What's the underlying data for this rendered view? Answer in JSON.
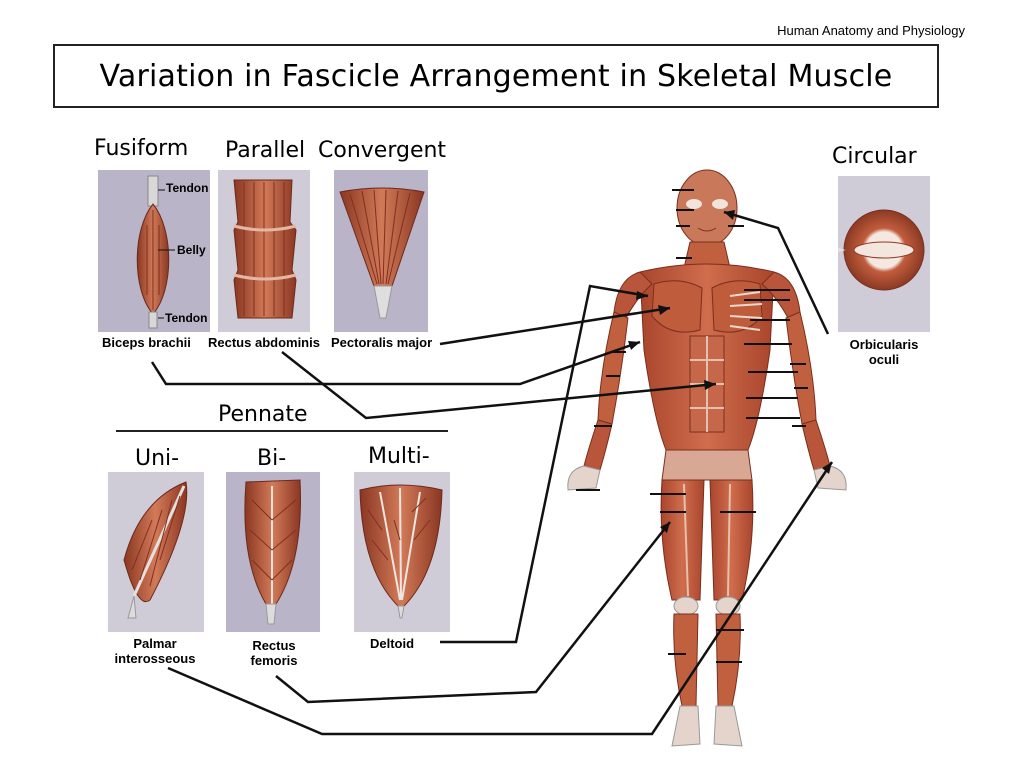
{
  "header": {
    "note": "Human Anatomy and Physiology"
  },
  "title": "Variation in Fascicle Arrangement in Skeletal Muscle",
  "categories": {
    "fusiform": "Fusiform",
    "parallel": "Parallel",
    "convergent": "Convergent",
    "circular": "Circular",
    "pennate": "Pennate",
    "uni": "Uni-",
    "bi": "Bi-",
    "multi": "Multi-"
  },
  "muscles": {
    "biceps": "Biceps brachii",
    "rectus_abdominis": "Rectus abdominis",
    "pectoralis": "Pectoralis major",
    "orbicularis_line1": "Orbicularis",
    "orbicularis_line2": "oculi",
    "palmar_line1": "Palmar",
    "palmar_line2": "interosseous",
    "rectus_femoris_line1": "Rectus",
    "rectus_femoris_line2": "femoris",
    "deltoid": "Deltoid"
  },
  "fusiform_parts": {
    "tendon_top": "Tendon",
    "belly": "Belly",
    "tendon_bottom": "Tendon"
  },
  "colors": {
    "muscle": "#b5553a",
    "muscle_dark": "#7e3020",
    "muscle_light": "#d9825f",
    "tendon": "#d8d8d8",
    "panel": "#b9b4c7",
    "line": "#111111"
  }
}
